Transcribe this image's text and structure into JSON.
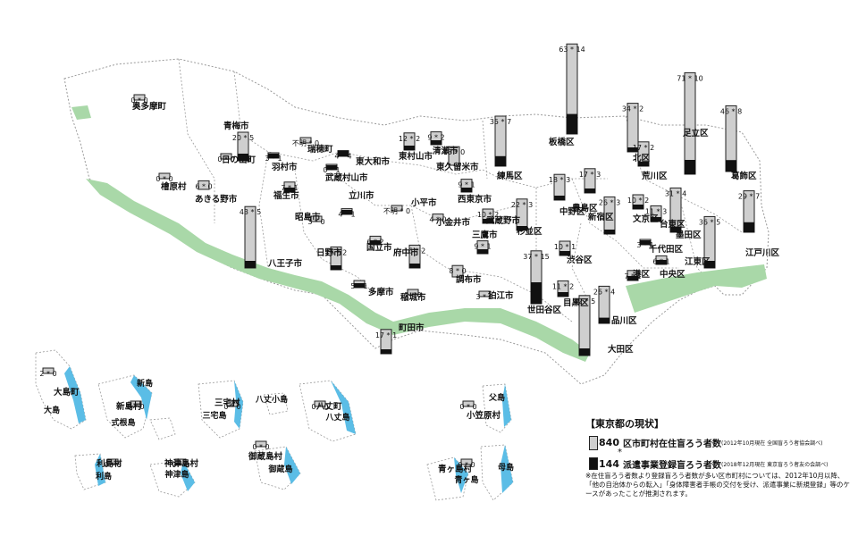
{
  "regions": [
    {
      "name": "奥多摩町",
      "value": "0\n*\n0"
    },
    {
      "name": "青梅市",
      "value": "20\n*\n5"
    },
    {
      "name": "日の出町",
      "value": "0\n*\n0"
    },
    {
      "name": "檜原村",
      "value": "0\n*\n0"
    },
    {
      "name": "あきる野市",
      "value": "6\n*\n0"
    },
    {
      "name": "羽村市",
      "value": "3\n*\n1"
    },
    {
      "name": "瑞穂町",
      "value": "不明\n*\n0"
    },
    {
      "name": "福生市",
      "value": "7\n*\n1"
    },
    {
      "name": "武蔵村山市",
      "value": "0\n*\n1"
    },
    {
      "name": "東大和市",
      "value": "4\n*\n4"
    },
    {
      "name": "東村山市",
      "value": "12\n*\n2"
    },
    {
      "name": "清瀬市",
      "value": "9\n*\n2"
    },
    {
      "name": "東久留米市",
      "value": "13\n*\n0"
    },
    {
      "name": "練馬区",
      "value": "35\n*\n7"
    },
    {
      "name": "板橋区",
      "value": "63\n*\n14"
    },
    {
      "name": "北区",
      "value": "34\n*\n2"
    },
    {
      "name": "足立区",
      "value": "71\n*\n10"
    },
    {
      "name": "葛飾区",
      "value": "46\n*\n8"
    },
    {
      "name": "荒川区",
      "value": "17\n*\n2"
    },
    {
      "name": "豊島区",
      "value": "17\n*\n3"
    },
    {
      "name": "昭島市",
      "value": "3\n*\n0"
    },
    {
      "name": "立川市",
      "value": "4\n*\n1"
    },
    {
      "name": "小平市",
      "value": "不明\n*\n0"
    },
    {
      "name": "小金井市",
      "value": "4\n*\n0"
    },
    {
      "name": "西東京市",
      "value": "9\n*\n1"
    },
    {
      "name": "武蔵野市",
      "value": "10\n*\n2"
    },
    {
      "name": "杉並区",
      "value": "22\n*\n3"
    },
    {
      "name": "中野区",
      "value": "18\n*\n3"
    },
    {
      "name": "新宿区",
      "value": "26\n*\n3"
    },
    {
      "name": "文京区",
      "value": "10\n*\n2"
    },
    {
      "name": "台東区",
      "value": "11\n*\n3"
    },
    {
      "name": "墨田区",
      "value": "31\n*\n4"
    },
    {
      "name": "江東区",
      "value": "36\n*\n5"
    },
    {
      "name": "江戸川区",
      "value": "29\n*\n7"
    },
    {
      "name": "八王子市",
      "value": "43\n*\n5"
    },
    {
      "name": "日野市",
      "value": "16\n*\n2"
    },
    {
      "name": "国立市",
      "value": "6\n*\n2"
    },
    {
      "name": "府中市",
      "value": "16\n*\n2"
    },
    {
      "name": "三鷹市",
      "value": "9\n*\n1"
    },
    {
      "name": "調布市",
      "value": "8\n*\n0"
    },
    {
      "name": "狛江市",
      "value": "3\n*\n0"
    },
    {
      "name": "世田谷区",
      "value": "37\n*\n15"
    },
    {
      "name": "渋谷区",
      "value": "10\n*\n1"
    },
    {
      "name": "目黒区",
      "value": "11\n*\n2"
    },
    {
      "name": "千代田区",
      "value": "3\n*\n1"
    },
    {
      "name": "港区",
      "value": "7\n*\n1"
    },
    {
      "name": "中央区",
      "value": "6\n*\n1"
    },
    {
      "name": "品川区",
      "value": "26\n*\n4"
    },
    {
      "name": "大田区",
      "value": "42\n*\n5"
    },
    {
      "name": "多摩市",
      "value": "5\n*\n1"
    },
    {
      "name": "稲城市",
      "value": "2\n*\n0"
    },
    {
      "name": "町田市",
      "value": "17\n*\n1"
    },
    {
      "name": "大島町",
      "value": "2\n*\n0"
    },
    {
      "name": "新島村",
      "value": "0\n*\n0"
    },
    {
      "name": "三宅村",
      "value": "0\n*\n0"
    },
    {
      "name": "八丈町",
      "value": "0\n*\n0"
    },
    {
      "name": "小笠原村",
      "value": "0\n*\n0"
    },
    {
      "name": "利島村",
      "value": "0\n*\n0"
    },
    {
      "name": "神津島村",
      "value": "0\n*\n0"
    },
    {
      "name": "御蔵島村",
      "value": "0\n*\n0"
    },
    {
      "name": "青ヶ島村",
      "value": "0\n*\n0"
    }
  ],
  "islands": [
    "大島",
    "新島",
    "式根島",
    "三宅島",
    "八丈小島",
    "八丈島",
    "父島",
    "利島",
    "神津島",
    "御蔵島",
    "青ヶ島",
    "母島"
  ],
  "legend": {
    "title": "【東京都の現状】",
    "row1_num": "840",
    "row1_text": "区市町村在住盲ろう者数",
    "row1_src": "(2012年10月現在 全国盲ろう者協会調べ)",
    "star": "*",
    "row2_num": "144",
    "row2_text": "派遣事業登録盲ろう者数",
    "row2_src": "(2018年12月現在 東京盲ろう者友の会調べ)",
    "note": "※在住盲ろう者数より登録盲ろう者数が多い区市町村については、2012年10月以降、「他の自治体からの転入」「身体障害者手帳の交付を受け、派遣事業に新規登録」等のケースがあったことが推測されます。"
  },
  "colors": {
    "river": "#a9d8a8",
    "sea": "#5bbde6",
    "bar_outline": "#222222",
    "bar_light": "#cfcfcf",
    "bar_dark": "#111111",
    "border": "#9a9a9a"
  }
}
